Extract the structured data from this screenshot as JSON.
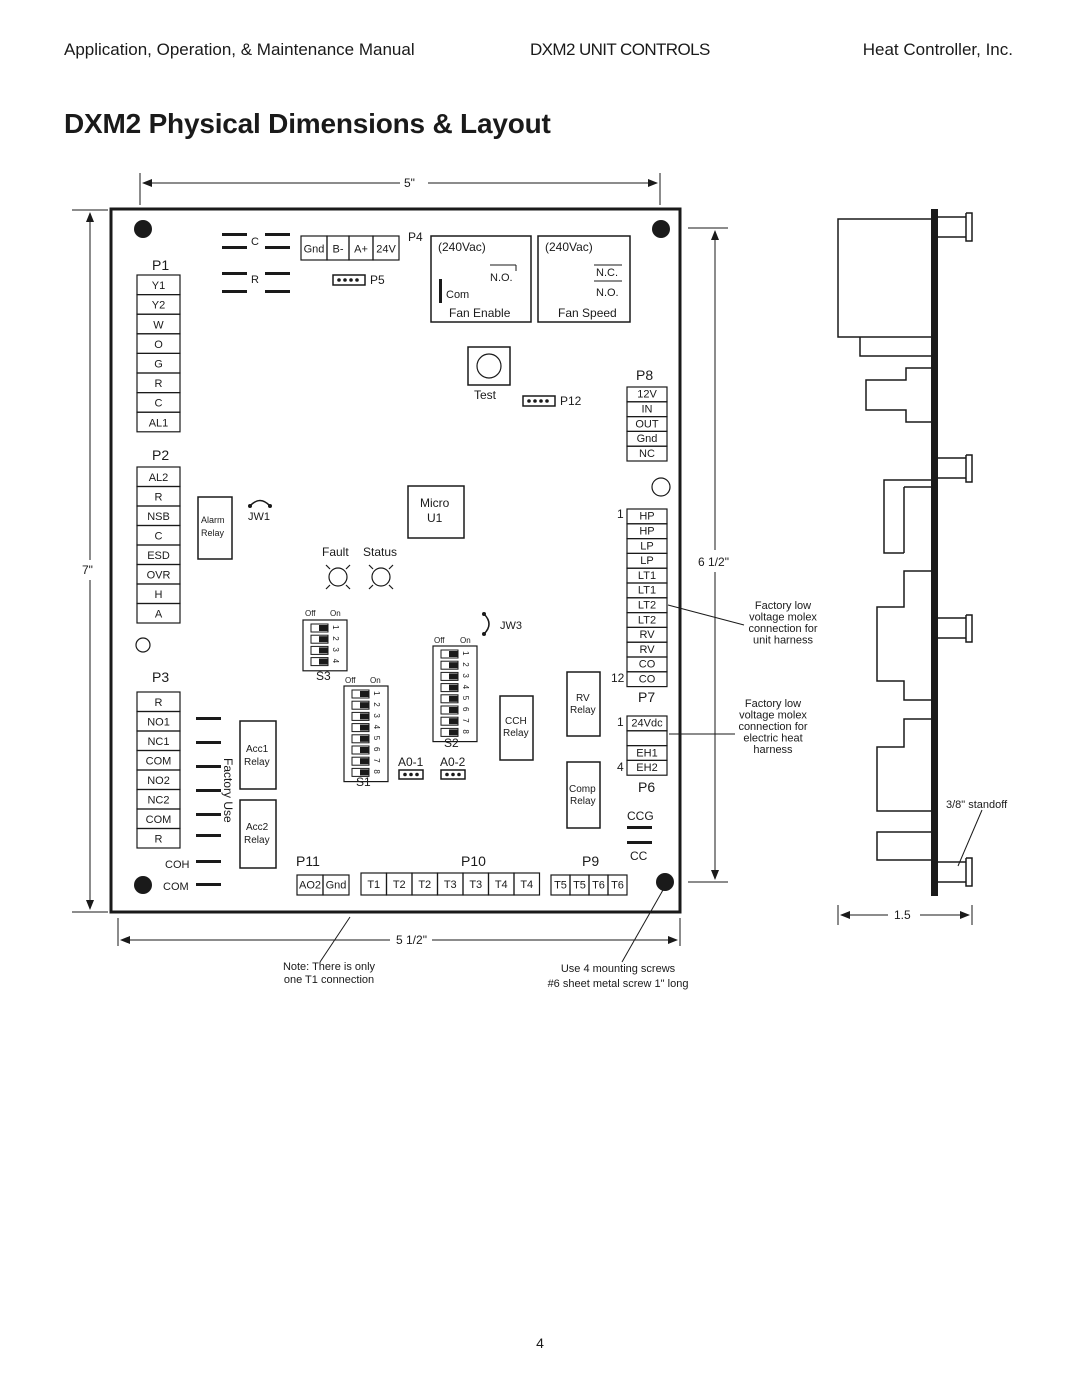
{
  "header": {
    "left": "Application, Operation, & Maintenance Manual",
    "center": "DXM2 UNIT CONTROLS",
    "right": "Heat Controller, Inc."
  },
  "title": "DXM2 Physical Dimensions & Layout",
  "page_number": "4",
  "dimensions": {
    "top_width": "5\"",
    "height": "7\"",
    "inner_height": "6 1/2\"",
    "bottom_width": "5 1/2\"",
    "side_depth": "1.5"
  },
  "labels": {
    "p1": "P1",
    "p2": "P2",
    "p3": "P3",
    "p4": "P4",
    "p5": "P5",
    "p6": "P6",
    "p7": "P7",
    "p8": "P8",
    "p9": "P9",
    "p10": "P10",
    "p11": "P11",
    "p12": "P12",
    "c": "C",
    "r": "R",
    "alarm1": "Alarm",
    "alarm2": "Relay",
    "jw1": "JW1",
    "jw3": "JW3",
    "micro1": "Micro",
    "micro2": "U1",
    "fault": "Fault",
    "status": "Status",
    "test": "Test",
    "s1": "S1",
    "s2": "S2",
    "s3": "S3",
    "off": "Off",
    "on": "On",
    "a01": "A0-1",
    "a02": "A0-2",
    "acc1a": "Acc1",
    "acc1b": "Relay",
    "acc2a": "Acc2",
    "acc2b": "Relay",
    "factory_use": "Factory Use",
    "cch1": "CCH",
    "cch2": "Relay",
    "rv1": "RV",
    "rv2": "Relay",
    "comp1": "Comp",
    "comp2": "Relay",
    "fan_enable": "Fan Enable",
    "fan_speed": "Fan Speed",
    "vac1": "(240Vac)",
    "vac2": "(240Vac)",
    "no1": "N.O.",
    "com": "Com",
    "nc": "N.C.",
    "no2": "N.O.",
    "coh": "COH",
    "com_b": "COM",
    "ccg": "CCG",
    "cc": "CC",
    "num1": "1",
    "num12": "12",
    "num1b": "1",
    "num4": "4"
  },
  "terminals": {
    "p1": [
      "Y1",
      "Y2",
      "W",
      "O",
      "G",
      "R",
      "C",
      "AL1"
    ],
    "p2": [
      "AL2",
      "R",
      "NSB",
      "C",
      "ESD",
      "OVR",
      "H",
      "A"
    ],
    "p3": [
      "R",
      "NO1",
      "NC1",
      "COM",
      "NO2",
      "NC2",
      "COM",
      "R"
    ],
    "p4": [
      "Gnd",
      "B-",
      "A+",
      "24V"
    ],
    "p8": [
      "12V",
      "IN",
      "OUT",
      "Gnd",
      "NC"
    ],
    "p7": [
      "HP",
      "HP",
      "LP",
      "LP",
      "LT1",
      "LT1",
      "LT2",
      "LT2",
      "RV",
      "RV",
      "CO",
      "CO"
    ],
    "p6": [
      "24Vdc",
      "",
      "EH1",
      "EH2"
    ],
    "p11": [
      "AO2",
      "Gnd"
    ],
    "p10": [
      "T1",
      "T2",
      "T2",
      "T3",
      "T3",
      "T4",
      "T4"
    ],
    "p9": [
      "T5",
      "T5",
      "T6",
      "T6"
    ]
  },
  "switch_numbers": {
    "s3": [
      "1",
      "2",
      "3",
      "4"
    ],
    "s1": [
      "1",
      "2",
      "3",
      "4",
      "5",
      "6",
      "7",
      "8"
    ],
    "s2": [
      "1",
      "2",
      "3",
      "4",
      "5",
      "6",
      "7",
      "8"
    ]
  },
  "callouts": {
    "low_voltage_unit": [
      "Factory low",
      "voltage molex",
      "connection for",
      "unit harness"
    ],
    "low_voltage_heat": [
      "Factory low",
      "voltage molex",
      "connection for",
      "electric heat",
      "harness"
    ],
    "standoff": "3/8\" standoff",
    "note_t1": [
      "Note: There is only",
      "one T1 connection"
    ],
    "screws": [
      "Use 4 mounting screws",
      "#6 sheet metal screw 1\" long"
    ]
  }
}
